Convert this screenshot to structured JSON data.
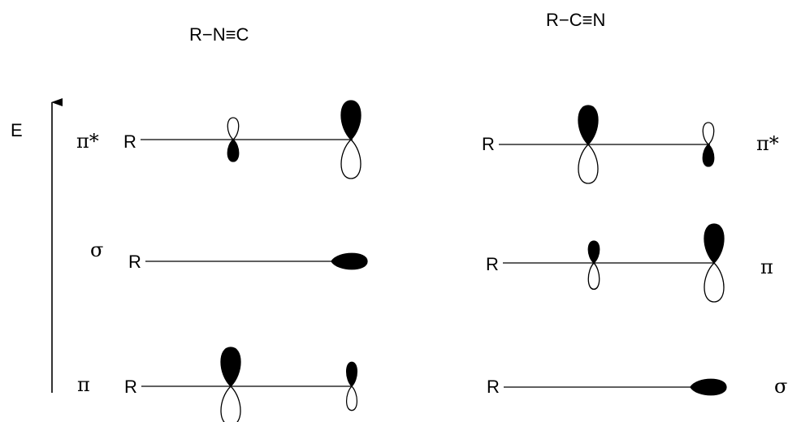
{
  "titles": {
    "isocyanide": "R−N≡C",
    "nitrile": "R−C≡N"
  },
  "energy_axis": {
    "label": "E"
  },
  "substituent": "R",
  "isocyanide_orbitals": {
    "pi_star": "π*",
    "sigma": "σ",
    "pi": "π"
  },
  "nitrile_orbitals": {
    "pi_star": "π*",
    "pi": "π",
    "sigma": "σ"
  }
}
